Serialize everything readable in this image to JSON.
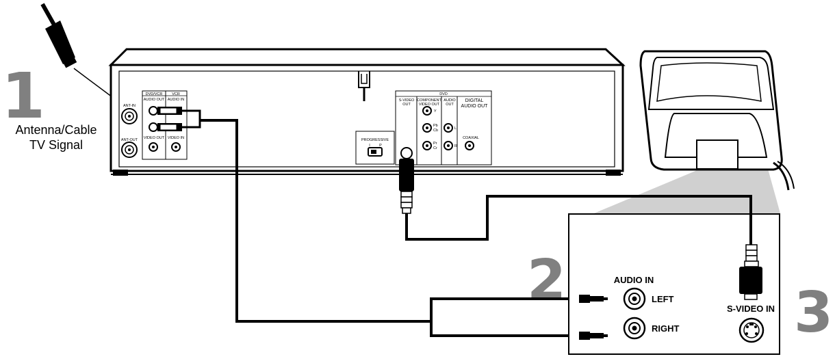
{
  "steps": [
    "1",
    "2",
    "3"
  ],
  "antenna_caption": [
    "Antenna/Cable",
    "TV Signal"
  ],
  "player_labels": {
    "ant_in": "ANT-IN",
    "ant_out": "ANT-OUT",
    "dvd_vcr": "DVD/VCR",
    "vcr": "VCR",
    "audio_out": "AUDIO OUT",
    "audio_in": "AUDIO IN",
    "video_out": "VIDEO OUT",
    "video_in": "VIDEO IN",
    "progressive": "PROGRESSIVE",
    "prog_i": "I",
    "prog_p": "P",
    "dvd": "DVD",
    "s_video_out": [
      "S-VIDEO",
      "OUT"
    ],
    "component_video_out": [
      "COMPONENT",
      "VIDEO OUT"
    ],
    "audio_out_dvd": [
      "AUDIO",
      "OUT"
    ],
    "digital_audio_out": [
      "DIGITAL",
      "AUDIO OUT"
    ],
    "y": "Y",
    "pb": "Pb",
    "cb": "Cb",
    "pr": "Pr",
    "cr": "Cr",
    "l": "L",
    "r": "R",
    "coaxial": "COAXIAL"
  },
  "tv_panel": {
    "audio_in": "AUDIO IN",
    "left": "LEFT",
    "right": "RIGHT",
    "s_video_in": "S-VIDEO IN"
  }
}
